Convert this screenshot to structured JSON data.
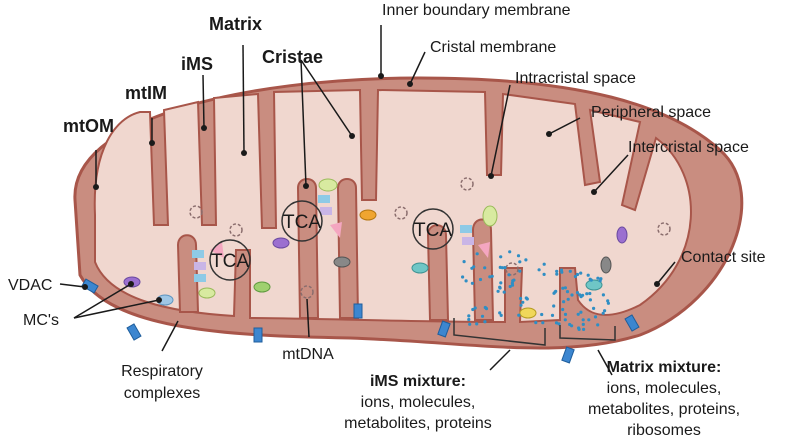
{
  "labels": {
    "matrix": "Matrix",
    "cristae": "Cristae",
    "ims": "iMS",
    "mtim": "mtIM",
    "mtom": "mtOM",
    "inner_boundary_membrane": "Inner boundary membrane",
    "cristal_membrane": "Cristal membrane",
    "intracristal_space": "Intracristal space",
    "peripheral_space": "Peripheral space",
    "intercristal_space": "Intercristal space",
    "contact_site": "Contact site",
    "vdac": "VDAC",
    "mcs": "MC's",
    "respiratory_line1": "Respiratory",
    "respiratory_line2": "complexes",
    "mtdna": "mtDNA",
    "ims_mixture_title": "iMS mixture:",
    "ims_mixture_line1": "ions, molecules,",
    "ims_mixture_line2": "metabolites, proteins",
    "matrix_mixture_title": "Matrix mixture:",
    "matrix_mixture_line1": "ions, molecules,",
    "matrix_mixture_line2": "metabolites, proteins,",
    "matrix_mixture_line3": "ribosomes",
    "tca": "TCA"
  },
  "colors": {
    "outer_membrane": "#a8564a",
    "ims_fill": "#c98d80",
    "matrix_fill": "#f0d7cf",
    "vdac": "#3c86d0",
    "dots": "#2f8ec4"
  }
}
